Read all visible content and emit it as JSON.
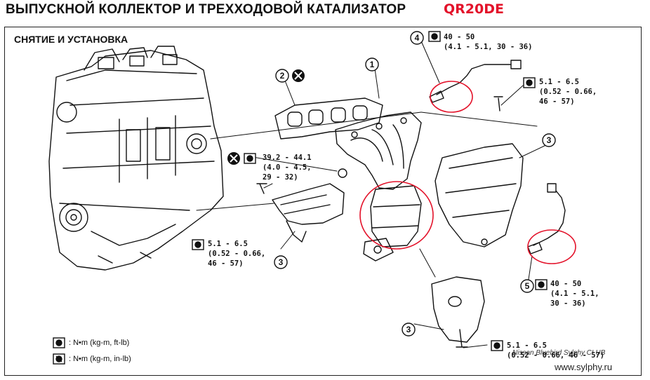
{
  "header": {
    "title": "ВЫПУСКНОЙ КОЛЛЕКТОР И ТРЕХХОДОВОЙ КАТАЛИЗАТОР",
    "engine_code": "QR20DE",
    "section": "СНЯТИЕ И УСТАНОВКА"
  },
  "callouts": {
    "c1": "1",
    "c2": "2",
    "c3a": "3",
    "c3b": "3",
    "c3c": "3",
    "c4": "4",
    "c5": "5"
  },
  "torque": {
    "t4": "40 - 50\n(4.1 - 5.1, 30 - 36)",
    "t_stud": "5.1 - 6.5\n(0.52 - 0.66,\n46 - 57)",
    "t_manifold": "39.2 - 44.1\n(4.0 - 4.5,\n29 - 32)",
    "t_left": "5.1 - 6.5\n(0.52 - 0.66,\n46 - 57)",
    "t5": "40 - 50\n(4.1 - 5.1,\n30 - 36)",
    "t_bottom": "5.1 - 6.5\n(0.52 - 0.66, 46 - 57)"
  },
  "legend": {
    "item1": ": N•m (kg-m, ft-lb)",
    "item2": ": N•m (kg-m, in-lb)"
  },
  "watermark": {
    "line1": "Nissan Bluebird Sylphy CLUB",
    "line2": "www.sylphy.ru"
  },
  "colors": {
    "accent": "#e3122a",
    "ink": "#111111"
  }
}
